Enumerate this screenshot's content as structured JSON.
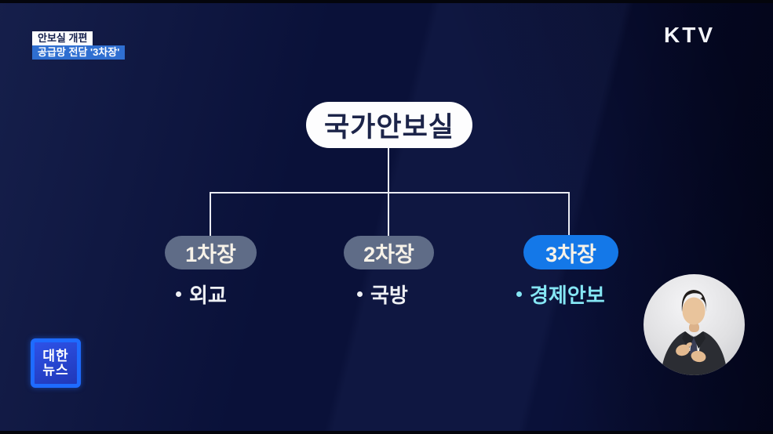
{
  "colors": {
    "background_navy": "#0a1139",
    "badge_blue": "#2f6fd1",
    "pill_gray": "#5f6c87",
    "pill_blue": "#1478e8",
    "highlight_cyan": "#85e6f4",
    "root_pill_bg": "#fdfdfe",
    "root_pill_text": "#1c2449",
    "connector_line": "#e9ebf2",
    "logo_border_blue": "#1e6bff",
    "logo_fill_blue": "#2744d6"
  },
  "header": {
    "badges": [
      {
        "label": "안보실 개편"
      },
      {
        "label": "공급망 전담 '3차장'"
      }
    ],
    "channel_logo": "KTV"
  },
  "org_chart": {
    "type": "org-chart",
    "root": {
      "label": "국가안보실"
    },
    "children": [
      {
        "label": "1차장",
        "detail": "외교",
        "highlighted": false
      },
      {
        "label": "2차장",
        "detail": "국방",
        "highlighted": false
      },
      {
        "label": "3차장",
        "detail": "경제안보",
        "highlighted": true
      }
    ]
  },
  "footer": {
    "program_logo": {
      "line1": "대한",
      "line2": "뉴스"
    }
  }
}
